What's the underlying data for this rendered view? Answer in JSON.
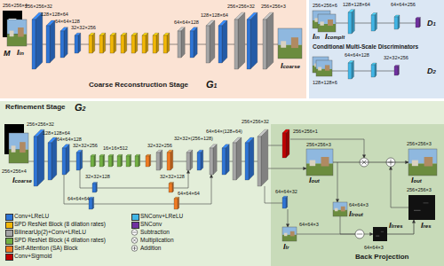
{
  "diagram": {
    "nodes": [
      {
        "text": [
          "Coarse Reconstruction Stage",
          "G1"
        ]
      },
      {
        "text": [
          "Conditional Multi-Scale Discriminators"
        ]
      },
      {
        "text": [
          "Refinement Stage",
          "G2"
        ]
      },
      {
        "text": [
          "Back Projection"
        ],
        "in": 2
      },
      {
        "text": [
          "Iout"
        ],
        "in": 3
      },
      {
        "text": [
          "Iout"
        ],
        "in": 3
      },
      {
        "text": [
          "Ires"
        ],
        "in": 3
      },
      {
        "text": [
          "Ilrres"
        ],
        "in": 3
      }
    ],
    "edges": [
      {
        "from": 4,
        "to": 5,
        "arrow": "to"
      },
      {
        "from": 7,
        "to": 6,
        "arrow": "to"
      }
    ],
    "labels": [
      "256×256×4",
      "M",
      "Iin",
      "256×256×32",
      "128×128×64",
      "64×64×128",
      "32×32×256",
      "64×64×128",
      "128×128×64",
      "256×256×32",
      "256×256×3",
      "Icoarse",
      "256×256×6",
      "Iin",
      "Icomplt",
      "128×128×64",
      "64×64×256",
      "D1",
      "128×128×6",
      "64×64×128",
      "32×32×256",
      "D2",
      "256×256×4",
      "Icoarse",
      "256×256×32",
      "128×128×64",
      "64×64×128",
      "32×32×256",
      "16×16×512",
      "32×32×256",
      "32×32×(256+128)",
      "64×64×(128+64)",
      "256×256×32",
      "32×32×128",
      "32×32×128",
      "64×64×64",
      "64×64×64",
      "256×256×1",
      "256×256×3",
      "256×256×3",
      "64×64×32",
      "64×64×3",
      "Ilr",
      "64×64×3",
      "Ilrout",
      "64×64×3",
      "256×256×3"
    ],
    "legend": [
      {
        "text": "Conv+LReLU",
        "color": "#2e75d6"
      },
      {
        "text": "SPD ResNet Block (8 dilation rates)",
        "color": "#f2b705"
      },
      {
        "text": "BilinearUp(2)+Conv+LReLU",
        "color": "#a6a6a6"
      },
      {
        "text": "SPD ResNet Block (4 dilation rates)",
        "color": "#72b043"
      },
      {
        "text": "Self-Attention (SA) Block",
        "color": "#f07b22"
      },
      {
        "text": "Conv+Sigmoid",
        "color": "#c00000"
      },
      {
        "text": "SNConv+LReLU",
        "color": "#41b6e6"
      },
      {
        "text": "SNConv",
        "color": "#7030a0"
      },
      {
        "text": "Subtraction"
      },
      {
        "text": "Multiplication"
      },
      {
        "text": "Addition"
      }
    ]
  }
}
